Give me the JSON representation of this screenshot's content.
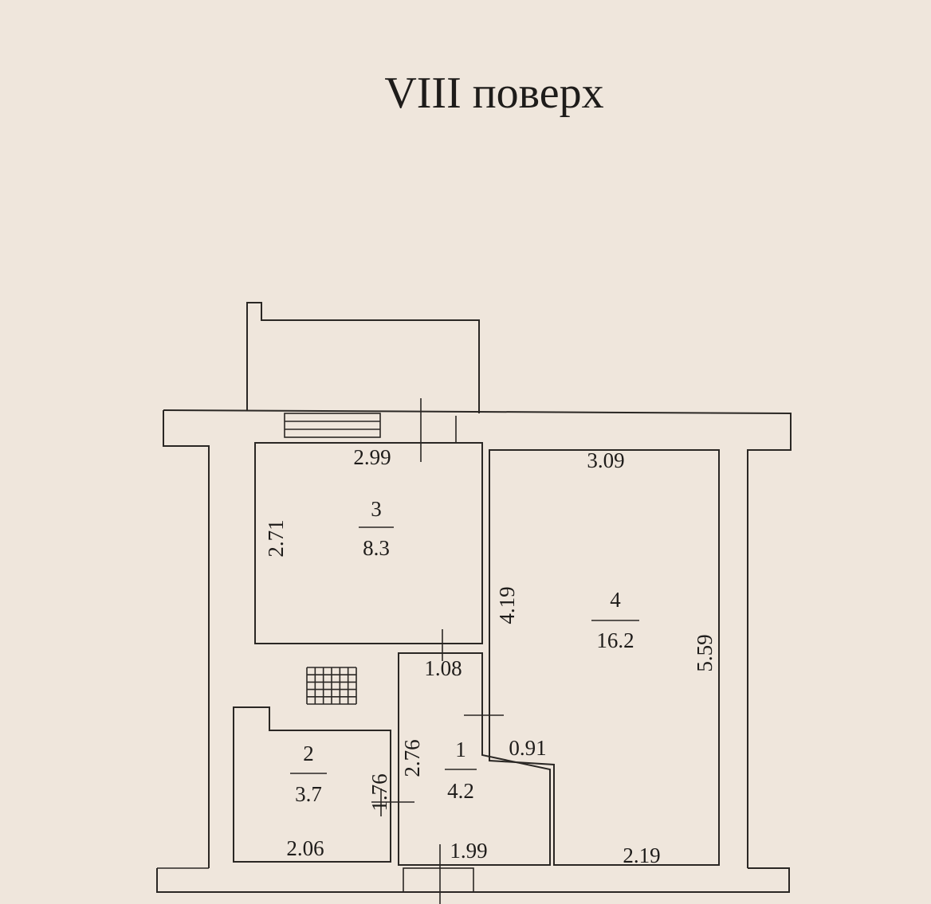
{
  "title": "VIII поверх",
  "rooms": [
    {
      "number": "1",
      "area": "4.2"
    },
    {
      "number": "2",
      "area": "3.7"
    },
    {
      "number": "3",
      "area": "8.3"
    },
    {
      "number": "4",
      "area": "16.2"
    }
  ],
  "dimensions": {
    "room3_width": "2.99",
    "room3_height": "2.71",
    "room4_top": "3.09",
    "room4_inner": "4.19",
    "room4_height": "5.59",
    "room4_bottom": "2.19",
    "hall_top": "1.08",
    "hall_notch": "0.91",
    "hall_height": "2.76",
    "hall_bottom": "1.99",
    "room2_height": "1.76",
    "room2_width": "2.06"
  }
}
